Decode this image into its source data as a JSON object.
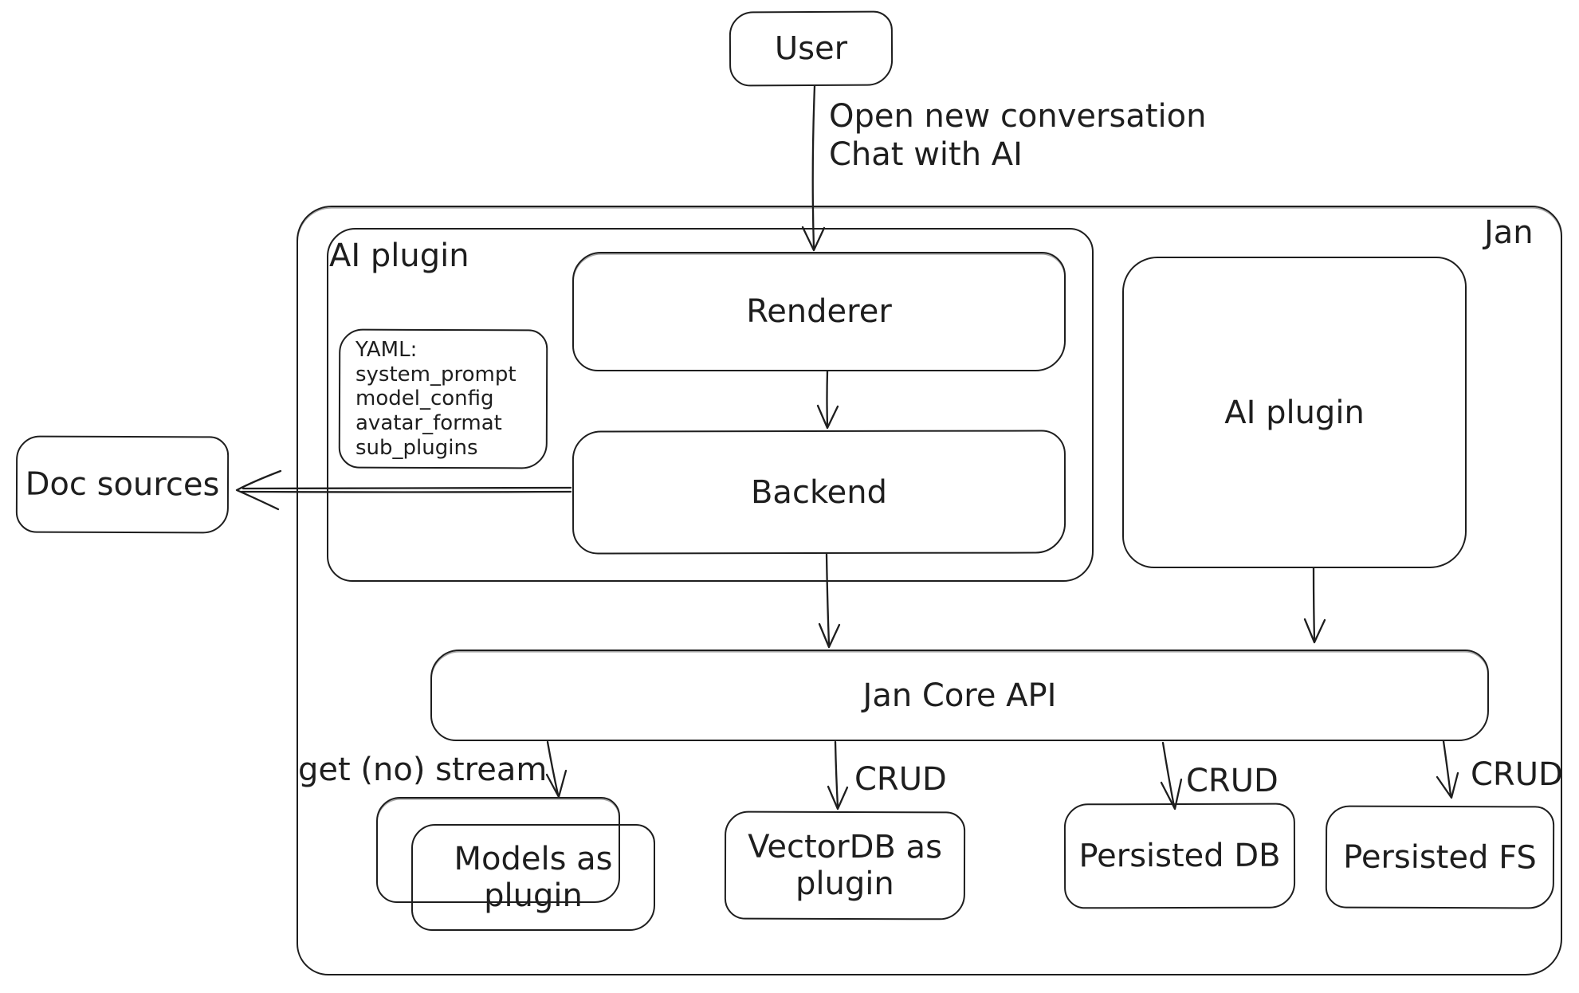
{
  "canvas": {
    "background": "#ffffff",
    "stroke_color": "#1e1e1e"
  },
  "nodes": {
    "user": {
      "label": "User"
    },
    "jan": {
      "label": "Jan"
    },
    "ai_plugin_group": {
      "label": "AI plugin"
    },
    "yaml_note": {
      "lines": [
        "YAML:",
        "system_prompt",
        "model_config",
        "avatar_format",
        "sub_plugins"
      ]
    },
    "renderer": {
      "label": "Renderer"
    },
    "backend": {
      "label": "Backend"
    },
    "ai_plugin_right": {
      "label": "AI plugin"
    },
    "doc_sources": {
      "label": "Doc sources"
    },
    "jan_core_api": {
      "label": "Jan Core API"
    },
    "models_plugin": {
      "line1": "Models as",
      "line2": "plugin"
    },
    "vectordb_plugin": {
      "line1": "VectorDB as",
      "line2": "plugin"
    },
    "persisted_db": {
      "label": "Persisted DB"
    },
    "persisted_fs": {
      "label": "Persisted FS"
    }
  },
  "edges": {
    "user_to_renderer": {
      "label_line1": "Open new conversation",
      "label_line2": "Chat with AI"
    },
    "core_to_models": {
      "label": "get (no) stream"
    },
    "core_to_vectordb": {
      "label": "CRUD"
    },
    "core_to_persisted_db": {
      "label": "CRUD"
    },
    "core_to_persisted_fs": {
      "label": "CRUD"
    }
  }
}
